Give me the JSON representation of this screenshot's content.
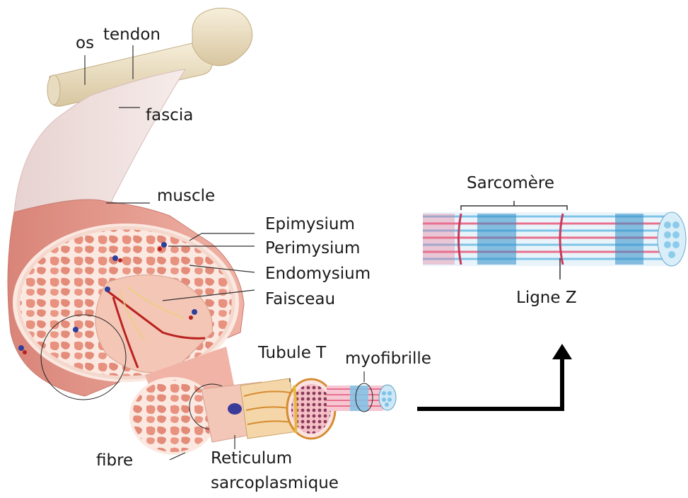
{
  "labels": {
    "os": "os",
    "tendon": "tendon",
    "fascia": "fascia",
    "muscle": "muscle",
    "epimysium": "Epimysium",
    "perimysium": "Perimysium",
    "endomysium": "Endomysium",
    "faisceau": "Faisceau",
    "tubule_t": "Tubule T",
    "myofibrille": "myofibrille",
    "fibre": "fibre",
    "reticulum": "Reticulum",
    "sarcoplasmique": "sarcoplasmique",
    "sarcomere": "Sarcomère",
    "ligne_z": "Ligne Z"
  },
  "colors": {
    "bone": "#efe4c8",
    "bone_shadow": "#d9c9a2",
    "fascia": "#efdfdf",
    "muscle_outer": "#e6a39a",
    "muscle_inner": "#f2c3b5",
    "fiber_bundle": "#e8917f",
    "septum": "#fbe9e1",
    "vessel_red": "#b9221f",
    "vessel_blue": "#2c3f9a",
    "myofibril_blue": "#7fc3e8",
    "myofibril_pink": "#e8708e",
    "arrow": "#000000"
  }
}
